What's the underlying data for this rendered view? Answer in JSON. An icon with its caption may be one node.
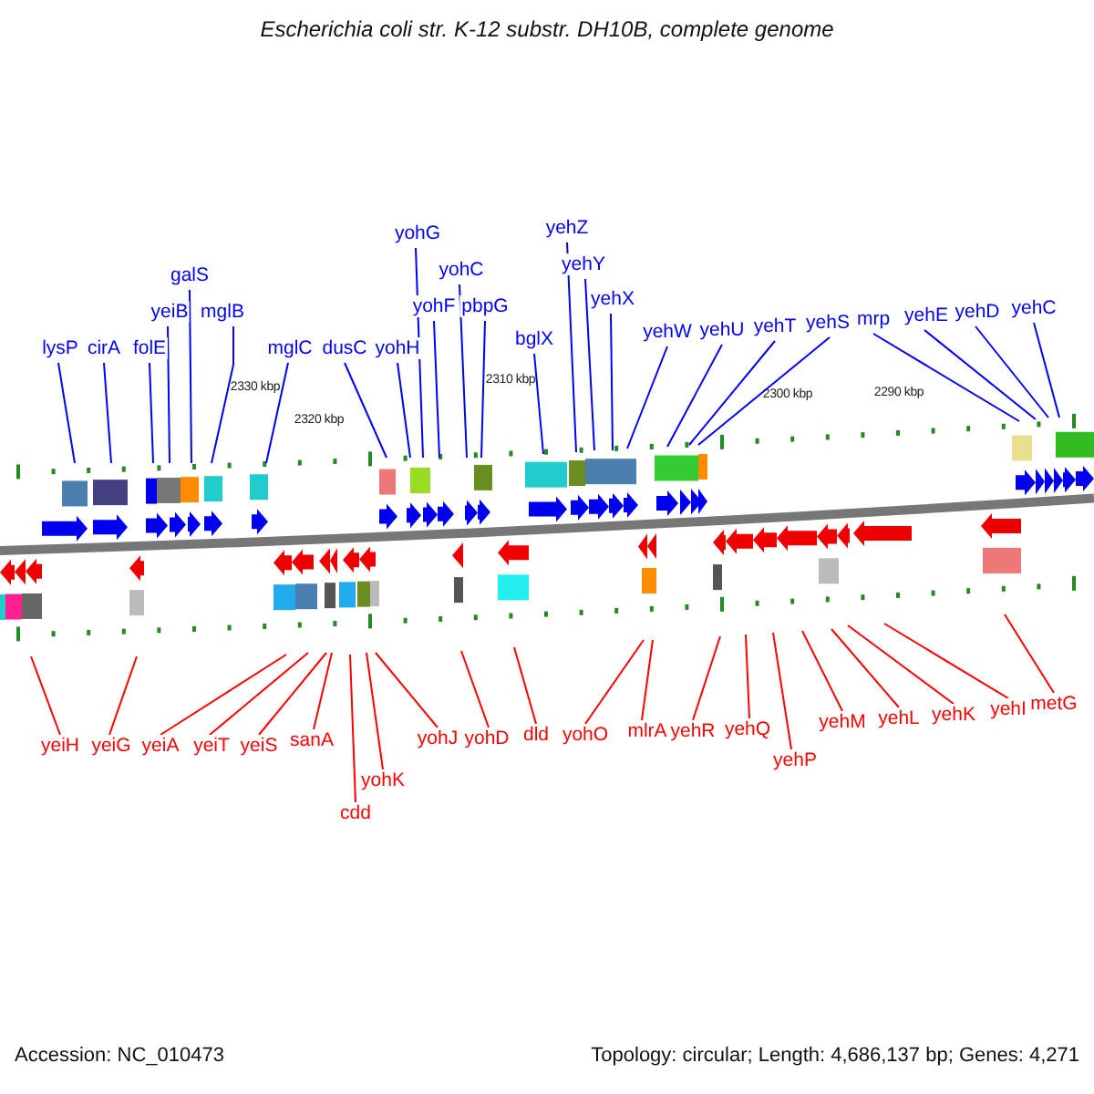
{
  "diagram": {
    "title": "Escherichia coli str. K-12 substr. DH10B, complete genome",
    "nodes": [
      {
        "text": [
          "lysP"
        ]
      },
      {
        "text": [
          "cirA"
        ]
      },
      {
        "text": [
          "folE"
        ]
      },
      {
        "text": [
          "yeiB"
        ]
      },
      {
        "text": [
          "galS"
        ]
      },
      {
        "text": [
          "mglB"
        ]
      },
      {
        "text": [
          "mglC"
        ]
      },
      {
        "text": [
          "dusC"
        ]
      },
      {
        "text": [
          "yohH"
        ]
      },
      {
        "text": [
          "yohG"
        ]
      },
      {
        "text": [
          "yohF"
        ]
      },
      {
        "text": [
          "yohC"
        ]
      },
      {
        "text": [
          "pbpG"
        ]
      },
      {
        "text": [
          "bglX"
        ]
      },
      {
        "text": [
          "yehZ"
        ]
      },
      {
        "text": [
          "yehY"
        ]
      },
      {
        "text": [
          "yehX"
        ]
      },
      {
        "text": [
          "yehW"
        ]
      },
      {
        "text": [
          "yehU"
        ]
      },
      {
        "text": [
          "yehT"
        ]
      },
      {
        "text": [
          "yehS"
        ]
      },
      {
        "text": [
          "mrp"
        ]
      },
      {
        "text": [
          "yehE"
        ]
      },
      {
        "text": [
          "yehD"
        ]
      },
      {
        "text": [
          "yehC"
        ]
      },
      {
        "text": [
          "yeiH"
        ]
      },
      {
        "text": [
          "yeiG"
        ]
      },
      {
        "text": [
          "yeiA"
        ]
      },
      {
        "text": [
          "yeiT"
        ]
      },
      {
        "text": [
          "yeiS"
        ]
      },
      {
        "text": [
          "sanA"
        ]
      },
      {
        "text": [
          "cdd"
        ]
      },
      {
        "text": [
          "yohK"
        ]
      },
      {
        "text": [
          "yohJ"
        ]
      },
      {
        "text": [
          "yohD"
        ]
      },
      {
        "text": [
          "dld"
        ]
      },
      {
        "text": [
          "yohO"
        ]
      },
      {
        "text": [
          "mlrA"
        ]
      },
      {
        "text": [
          "yehR"
        ]
      },
      {
        "text": [
          "yehQ"
        ]
      },
      {
        "text": [
          "yehP"
        ]
      },
      {
        "text": [
          "yehM"
        ]
      },
      {
        "text": [
          "yehL"
        ]
      },
      {
        "text": [
          "yehK"
        ]
      },
      {
        "text": [
          "yehI"
        ]
      },
      {
        "text": [
          "metG"
        ]
      }
    ],
    "edges": [
      {
        "from": 0,
        "to": null,
        "arrow": "none"
      },
      {
        "from": 1,
        "to": null,
        "arrow": "none"
      },
      {
        "from": 2,
        "to": null,
        "arrow": "none"
      },
      {
        "from": 3,
        "to": null,
        "arrow": "none"
      },
      {
        "from": 4,
        "to": null,
        "arrow": "none"
      },
      {
        "from": 5,
        "to": null,
        "arrow": "none"
      },
      {
        "from": 6,
        "to": null,
        "arrow": "none"
      },
      {
        "from": 7,
        "to": null,
        "arrow": "none"
      },
      {
        "from": 8,
        "to": null,
        "arrow": "none"
      },
      {
        "from": 9,
        "to": null,
        "arrow": "none"
      },
      {
        "from": 10,
        "to": null,
        "arrow": "none"
      },
      {
        "from": 11,
        "to": null,
        "arrow": "none"
      },
      {
        "from": 12,
        "to": null,
        "arrow": "none"
      },
      {
        "from": 13,
        "to": null,
        "arrow": "none"
      },
      {
        "from": 14,
        "to": null,
        "arrow": "none"
      },
      {
        "from": 15,
        "to": null,
        "arrow": "none"
      },
      {
        "from": 16,
        "to": null,
        "arrow": "none"
      },
      {
        "from": 17,
        "to": null,
        "arrow": "none"
      },
      {
        "from": 18,
        "to": null,
        "arrow": "none"
      },
      {
        "from": 19,
        "to": null,
        "arrow": "none"
      },
      {
        "from": 20,
        "to": null,
        "arrow": "none"
      },
      {
        "from": 21,
        "to": null,
        "arrow": "none"
      },
      {
        "from": 22,
        "to": null,
        "arrow": "none"
      },
      {
        "from": 23,
        "to": null,
        "arrow": "none"
      },
      {
        "from": 24,
        "to": null,
        "arrow": "none"
      },
      {
        "from": 25,
        "to": null,
        "arrow": "none",
        "color": "#ff0000"
      },
      {
        "from": 26,
        "to": null,
        "arrow": "none",
        "color": "#ff0000"
      },
      {
        "from": 27,
        "to": null,
        "arrow": "none",
        "color": "#ff0000"
      },
      {
        "from": 28,
        "to": null,
        "arrow": "none",
        "color": "#ff0000"
      },
      {
        "from": 29,
        "to": null,
        "arrow": "none",
        "color": "#ff0000"
      },
      {
        "from": 30,
        "to": null,
        "arrow": "none",
        "color": "#ff0000"
      },
      {
        "from": 31,
        "to": null,
        "arrow": "none",
        "color": "#ff0000"
      },
      {
        "from": 32,
        "to": null,
        "arrow": "none",
        "color": "#ff0000"
      },
      {
        "from": 33,
        "to": null,
        "arrow": "none",
        "color": "#ff0000"
      },
      {
        "from": 34,
        "to": null,
        "arrow": "none",
        "color": "#ff0000"
      },
      {
        "from": 35,
        "to": null,
        "arrow": "none",
        "color": "#ff0000"
      },
      {
        "from": 36,
        "to": null,
        "arrow": "none",
        "color": "#ff0000"
      },
      {
        "from": 37,
        "to": null,
        "arrow": "none",
        "color": "#ff0000"
      },
      {
        "from": 38,
        "to": null,
        "arrow": "none",
        "color": "#ff0000"
      },
      {
        "from": 39,
        "to": null,
        "arrow": "none",
        "color": "#ff0000"
      },
      {
        "from": 40,
        "to": null,
        "arrow": "none",
        "color": "#ff0000"
      },
      {
        "from": 41,
        "to": null,
        "arrow": "none",
        "color": "#ff0000"
      },
      {
        "from": 42,
        "to": null,
        "arrow": "none",
        "color": "#ff0000"
      },
      {
        "from": 43,
        "to": null,
        "arrow": "none",
        "color": "#ff0000"
      },
      {
        "from": 44,
        "to": null,
        "arrow": "none",
        "color": "#ff0000"
      },
      {
        "from": 45,
        "to": null,
        "arrow": "none",
        "color": "#ff0000"
      }
    ],
    "labels": [
      "2330 kbp",
      "2320 kbp",
      "2310 kbp",
      "2300 kbp",
      "2290 kbp",
      "Accession: NC_010473",
      "Topology: circular; Length: 4,686,137 bp; Genes: 4,271"
    ]
  }
}
